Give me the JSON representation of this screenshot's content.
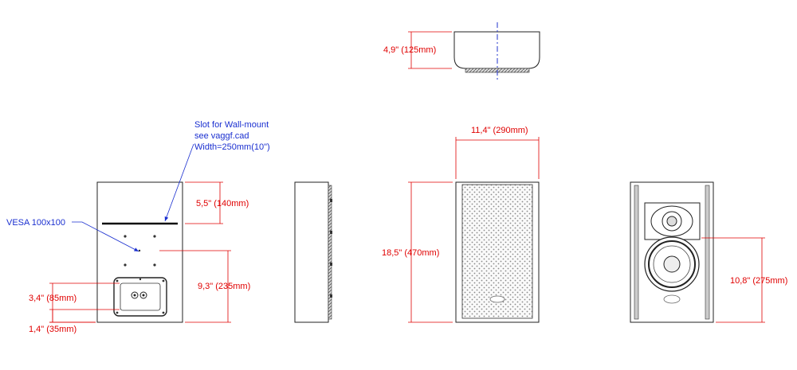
{
  "annotations": {
    "slot_note": [
      "Slot for Wall-mount",
      "see vaggf.cad",
      "Width=250mm(10\")"
    ],
    "vesa": "VESA 100x100"
  },
  "dimensions": {
    "depth": "4,9\" (125mm)",
    "width": "11,4\" (290mm)",
    "height": "18,5\" (470mm)",
    "slot_from_top": "5,5\" (140mm)",
    "vesa_height": "9,3\" (235mm)",
    "terminal_height": "3,4\" (85mm)",
    "terminal_bottom": "1,4\" (35mm)",
    "driver_height": "10,8\" (275mm)"
  },
  "colors": {
    "line": "#222222",
    "dimension": "#e00000",
    "annotation": "#1a2fd0",
    "centerline": "#2233cc"
  }
}
